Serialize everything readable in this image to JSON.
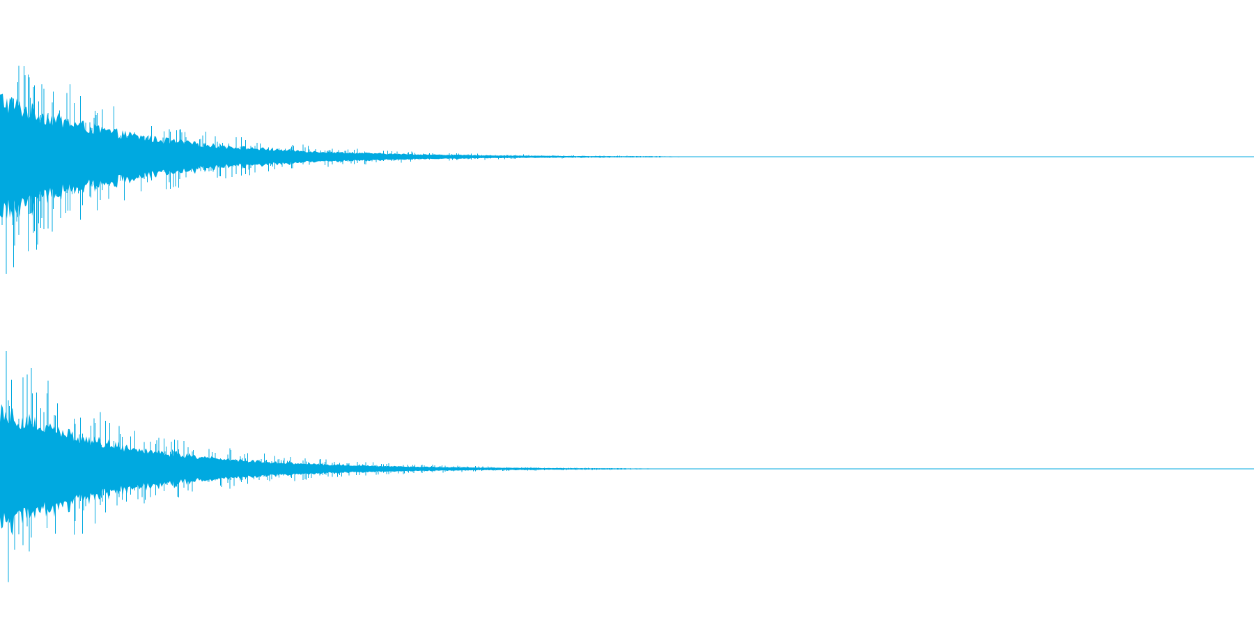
{
  "waveform": {
    "color": "#00A9E0",
    "background": "#FFFFFF",
    "channels": [
      {
        "name": "",
        "peak_amplitude": 0.95,
        "decay_fraction_of_view": 0.44
      },
      {
        "name": "",
        "peak_amplitude": 0.98,
        "decay_fraction_of_view": 0.42
      }
    ]
  }
}
